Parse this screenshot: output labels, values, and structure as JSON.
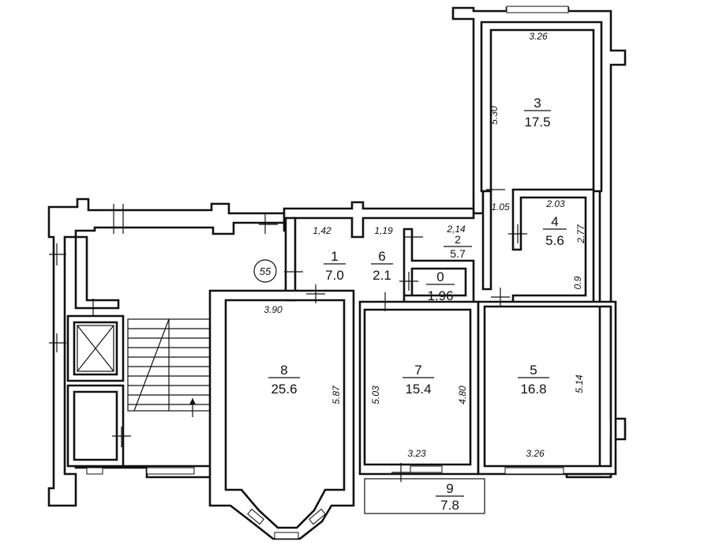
{
  "plan": {
    "apartment_number": "55",
    "rooms": [
      {
        "id": "1",
        "area": "7.0"
      },
      {
        "id": "6",
        "area": "2.1"
      },
      {
        "id": "0",
        "area": "1.96"
      },
      {
        "id": "3",
        "area": "17.5"
      },
      {
        "id": "4",
        "area": "5.6"
      },
      {
        "id": "2",
        "area": "5.7"
      },
      {
        "id": "8",
        "area": "25.6"
      },
      {
        "id": "7",
        "area": "15.4"
      },
      {
        "id": "5",
        "area": "16.8"
      },
      {
        "id": "9",
        "area": "7.8"
      }
    ],
    "dimensions": {
      "r3_width": "3.26",
      "r3_height": "5.30",
      "r4_width": "2.03",
      "r4_height": "2.77",
      "r4_small": "0.9",
      "corridor_a": "1.05",
      "hall_width": "1,42",
      "r6_width": "1,19",
      "r2_width": "2,14",
      "r8_width": "3.90",
      "r8_height": "5.87",
      "r7_left": "5.03",
      "r7_right": "4.80",
      "r7_width": "3.23",
      "r5_height": "5.14",
      "r5_width": "3.26"
    }
  }
}
